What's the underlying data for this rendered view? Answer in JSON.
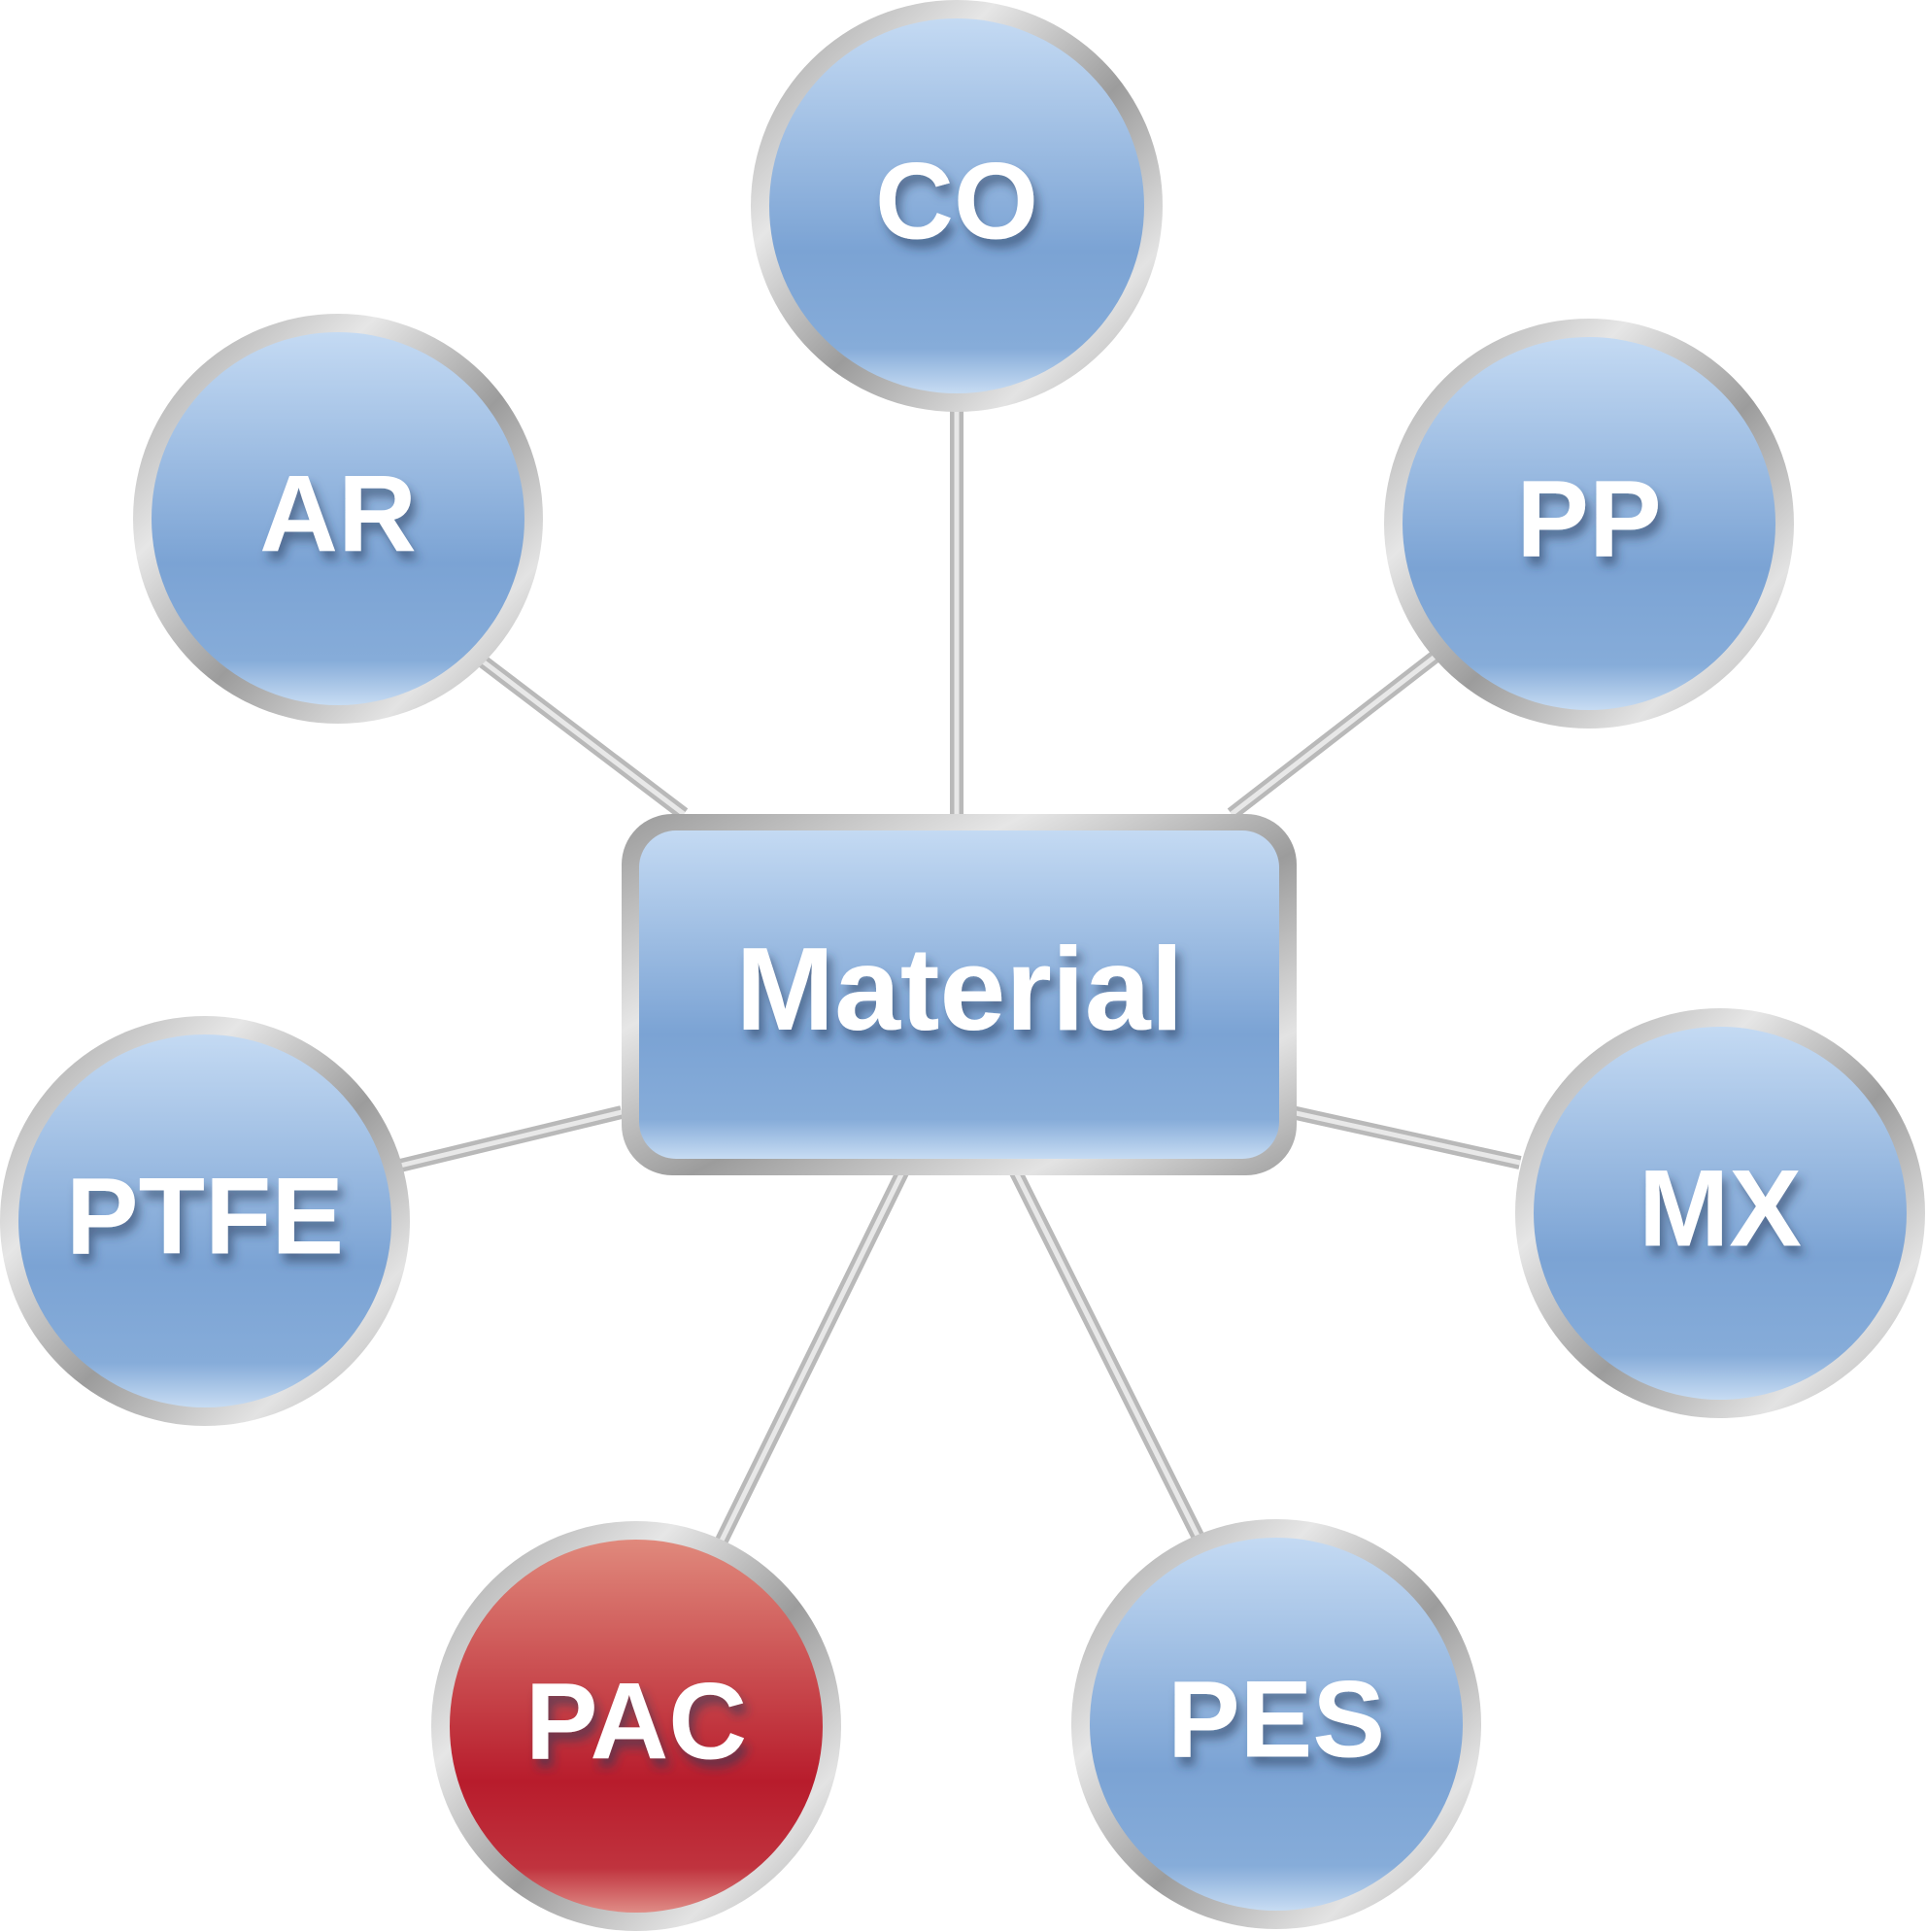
{
  "diagram": {
    "center": {
      "label": "Material"
    },
    "nodes": [
      {
        "id": "co",
        "label": "CO",
        "color": "blue"
      },
      {
        "id": "pp",
        "label": "PP",
        "color": "blue"
      },
      {
        "id": "mx",
        "label": "MX",
        "color": "blue"
      },
      {
        "id": "pes",
        "label": "PES",
        "color": "blue"
      },
      {
        "id": "pac",
        "label": "PAC",
        "color": "red",
        "highlighted": true
      },
      {
        "id": "ptfe",
        "label": "PTFE",
        "color": "blue"
      },
      {
        "id": "ar",
        "label": "AR",
        "color": "blue"
      }
    ]
  },
  "colors": {
    "blue_light": "#c2d8f2",
    "blue_mid": "#7ea6d6",
    "red_light": "#dd8577",
    "red_dark": "#b81c2c",
    "ring_light": "#e2e2e2",
    "ring_dark": "#8f8f8f",
    "connector": "#b8b8b8"
  }
}
